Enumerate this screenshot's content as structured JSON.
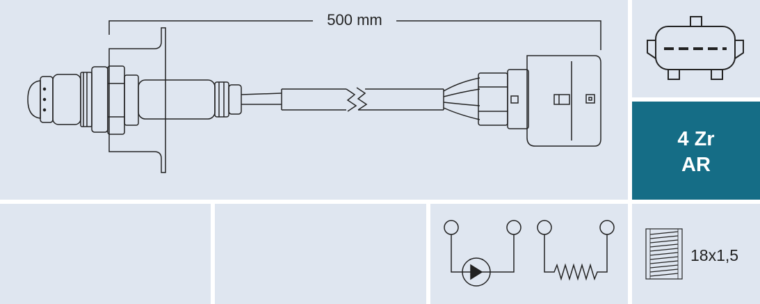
{
  "cable_length": "500 mm",
  "badge": {
    "line1": "4 Zr",
    "line2": "AR"
  },
  "thread_size": "18x1,5",
  "colors": {
    "panel_bg": "#dfe6f0",
    "badge_bg": "#156d86",
    "line": "#222222"
  },
  "icons": {
    "sensor": "lambda-sensor-drawing",
    "connector": "connector-face-icon",
    "circuit": "sensor-heater-circuit-diagram",
    "thread": "thread-icon"
  }
}
